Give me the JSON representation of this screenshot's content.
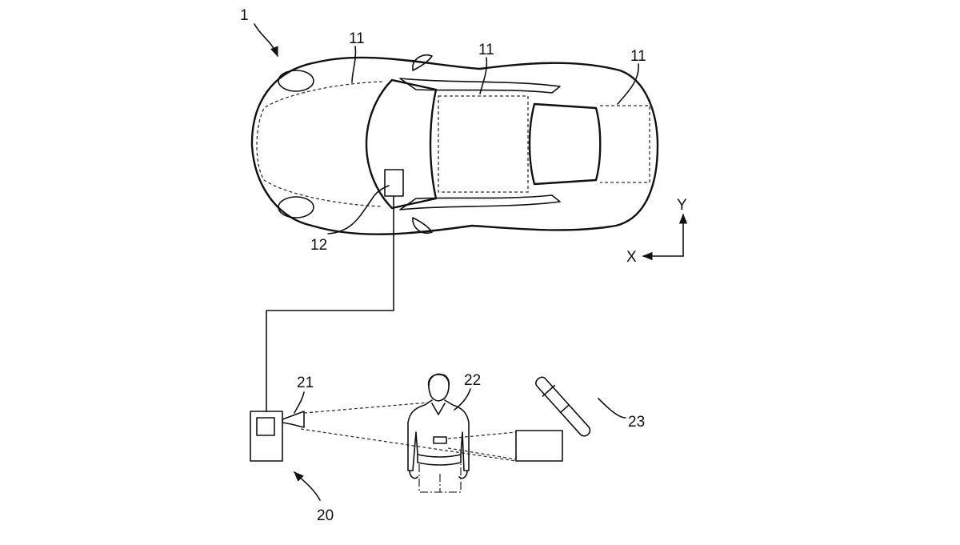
{
  "figure": {
    "ref_vehicle": "1",
    "ref_zone_left": "11",
    "ref_zone_middle": "11",
    "ref_zone_right": "11",
    "ref_control_unit": "12",
    "ref_system": "20",
    "ref_camera": "21",
    "ref_person": "22",
    "ref_sample": "23",
    "axis_y": "Y",
    "axis_x": "X"
  }
}
